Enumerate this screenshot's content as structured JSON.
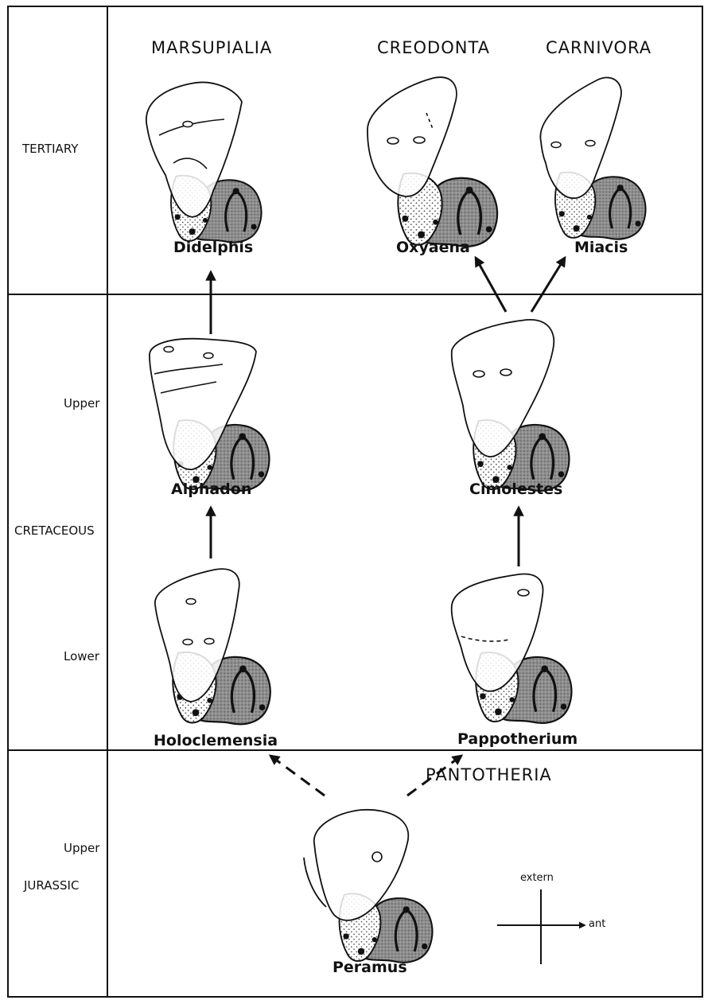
{
  "periods": {
    "tertiary": "TERTIARY",
    "upper_cretaceous": "Upper",
    "cretaceous": "CRETACEOUS",
    "lower_cretaceous": "Lower",
    "upper_jurassic": "Upper",
    "jurassic": "JURASSIC"
  },
  "groups": {
    "marsupialia": "MARSUPIALIA",
    "creodonta": "CREODONTA",
    "carnivora": "CARNIVORA",
    "pantotheria": "PANTOTHERIA"
  },
  "genera": {
    "didelphis": "Didelphis",
    "oxyaena": "Oxyaena",
    "miacis": "Miacis",
    "alphadon": "Alphadon",
    "cimolestes": "Cimolestes",
    "holoclemensia": "Holoclemensia",
    "pappotherium": "Pappotherium",
    "peramus": "Peramus"
  },
  "orientation": {
    "extern": "extern",
    "ant": "ant"
  },
  "colors": {
    "line": "#111111",
    "lower_tooth_fill": "#8c8c8c",
    "stipple_fill": "#e6e6e6",
    "background": "#ffffff"
  }
}
